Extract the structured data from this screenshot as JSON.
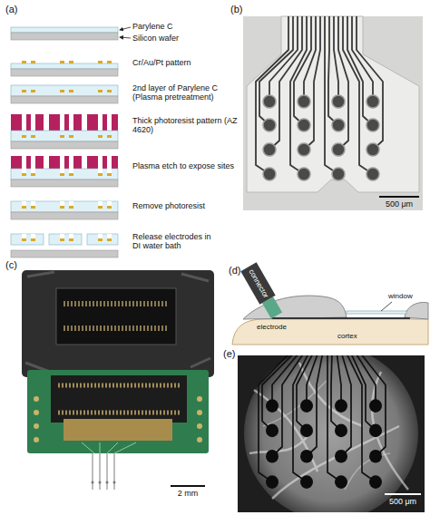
{
  "diagram": {
    "labels": [
      "(a)",
      "Parylene C",
      "Silicon wafer",
      "Cr/Au/Pt pattern",
      "2nd layer of Parylene C (Plasma pretreatment)",
      "Thick photoresist pattern (AZ 4620)",
      "Plasma etch to expose sites",
      "Remove photoresist",
      "Release electrodes in DI water bath",
      "(b)",
      "500 μm",
      "(c)",
      "2 mm",
      "(d)",
      "connector",
      "window",
      "electrode",
      "cortex",
      "(e)",
      "500 μm"
    ]
  }
}
